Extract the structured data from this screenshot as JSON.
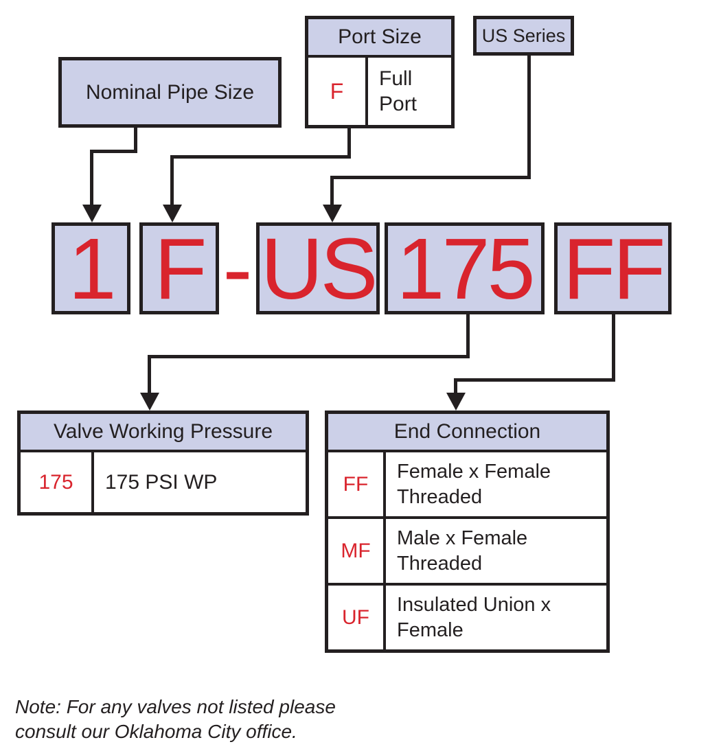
{
  "colors": {
    "box_fill": "#ccd0e8",
    "ink": "#231f20",
    "red": "#d9242d",
    "background": "#ffffff"
  },
  "top": {
    "nominal_pipe_size_label": "Nominal Pipe Size",
    "port_size": {
      "title": "Port Size",
      "code": "F",
      "description": "Full Port"
    },
    "us_series_label": "US Series"
  },
  "part_code": {
    "segments": [
      "1",
      "F",
      "US",
      "175",
      "FF"
    ],
    "separator": "-"
  },
  "valve_working_pressure": {
    "title": "Valve Working Pressure",
    "rows": [
      {
        "code": "175",
        "description": "175 PSI WP"
      }
    ]
  },
  "end_connection": {
    "title": "End Connection",
    "rows": [
      {
        "code": "FF",
        "description": "Female x Female Threaded"
      },
      {
        "code": "MF",
        "description": "Male x Female Threaded"
      },
      {
        "code": "UF",
        "description": "Insulated Union x Female"
      }
    ]
  },
  "note": "Note: For any valves not listed please consult our Oklahoma City office."
}
